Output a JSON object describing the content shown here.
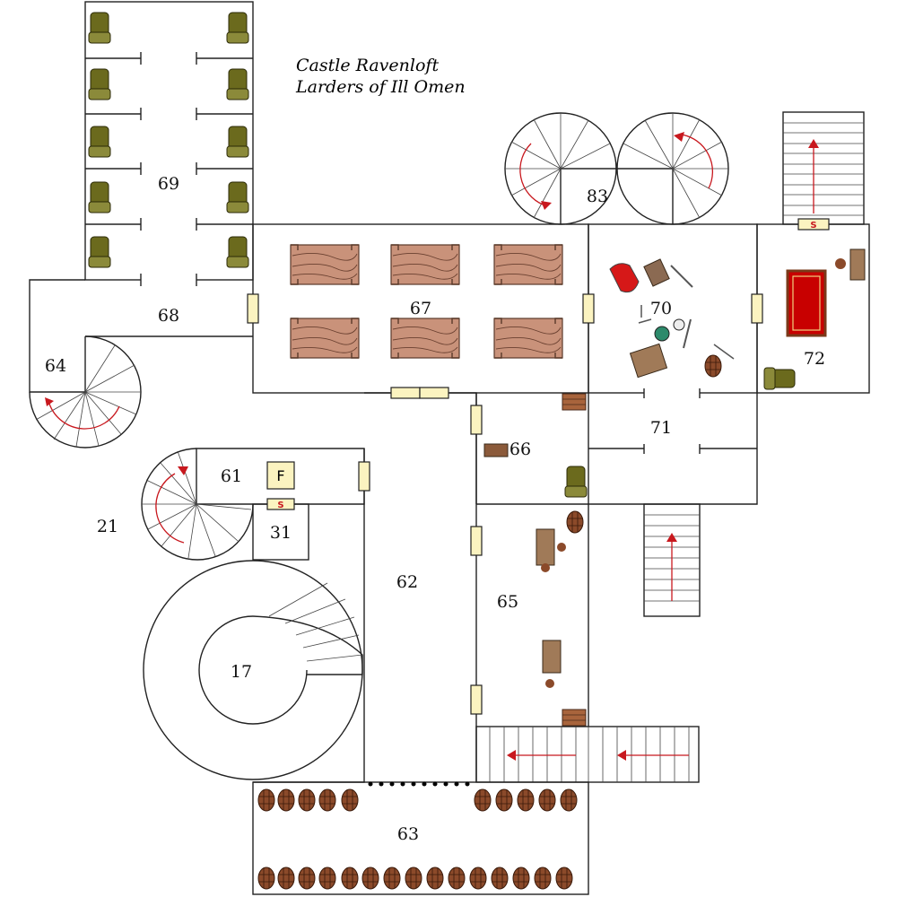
{
  "map": {
    "title_line1": "Castle Ravenloft",
    "title_line2": "Larders of Ill Omen"
  },
  "rooms": [
    {
      "id": "69",
      "label": "69"
    },
    {
      "id": "68",
      "label": "68"
    },
    {
      "id": "64",
      "label": "64"
    },
    {
      "id": "67",
      "label": "67"
    },
    {
      "id": "70",
      "label": "70"
    },
    {
      "id": "72",
      "label": "72"
    },
    {
      "id": "83",
      "label": "83"
    },
    {
      "id": "71",
      "label": "71"
    },
    {
      "id": "66",
      "label": "66"
    },
    {
      "id": "61",
      "label": "61"
    },
    {
      "id": "31",
      "label": "31"
    },
    {
      "id": "21",
      "label": "21"
    },
    {
      "id": "62",
      "label": "62"
    },
    {
      "id": "65",
      "label": "65"
    },
    {
      "id": "17",
      "label": "17"
    },
    {
      "id": "63",
      "label": "63"
    }
  ],
  "markers": {
    "trap_letter": "F",
    "secret_door": "S"
  },
  "colors": {
    "wall": "#222222",
    "door": "#fbf3c0",
    "crate": "#c9927a",
    "chair": "#6b6a1d",
    "barrel": "#8b4a2a",
    "arrow": "#c8181e",
    "rug": "#c80000"
  },
  "icons": [
    "secret-door-icon",
    "door-icon",
    "chair-icon",
    "crate-icon",
    "barrel-icon",
    "stair-arrow-icon",
    "weapon-icon",
    "rug-icon"
  ]
}
